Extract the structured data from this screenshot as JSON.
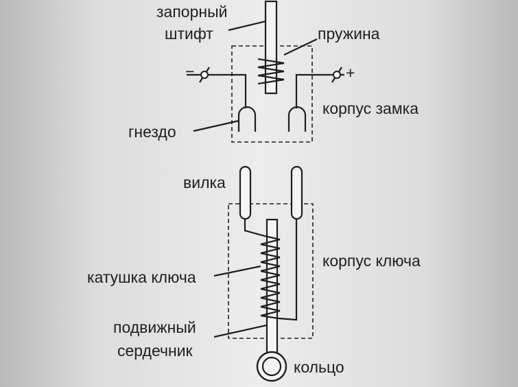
{
  "labels": {
    "locking_pin_line1": "запорный",
    "locking_pin_line2": "штифт",
    "spring": "пружина",
    "minus": "−",
    "plus": "+",
    "lock_body": "корпус замка",
    "socket": "гнездо",
    "plug": "вилка",
    "key_body": "корпус ключа",
    "key_coil": "катушка ключа",
    "moving_core_line1": "подвижный",
    "moving_core_line2": "сердечник",
    "ring": "кольцо"
  },
  "colors": {
    "ink": "#1e1e1e",
    "background": "#e6e6e6"
  }
}
